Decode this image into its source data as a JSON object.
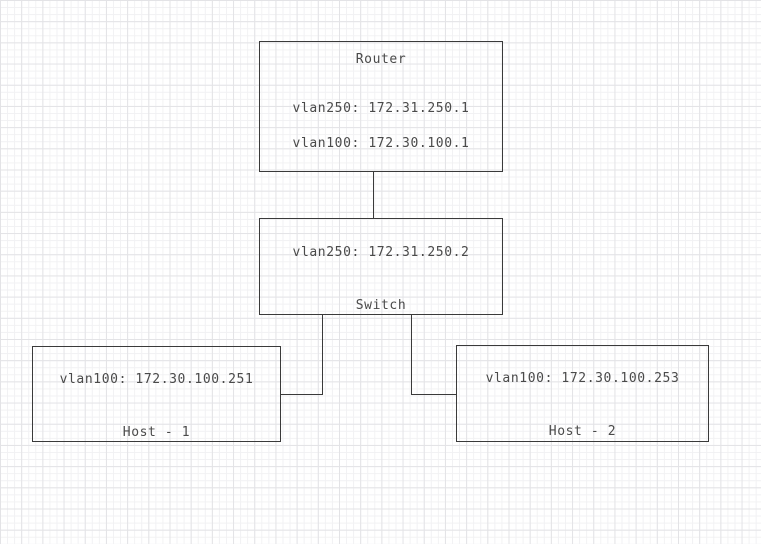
{
  "diagram": {
    "type": "network-topology",
    "background": "graph-paper",
    "grid_color": "#e3e3e6",
    "line_color": "#3a3a3a",
    "text_color": "#4a4a4a",
    "nodes": [
      {
        "id": "router",
        "title": "Router",
        "vlan250": "vlan250: 172.31.250.1",
        "vlan100": "vlan100: 172.30.100.1"
      },
      {
        "id": "switch",
        "title": "Switch",
        "vlan250": "vlan250: 172.31.250.2"
      },
      {
        "id": "host1",
        "title": "Host - 1",
        "vlan100": "vlan100: 172.30.100.251"
      },
      {
        "id": "host2",
        "title": "Host - 2",
        "vlan100": "vlan100: 172.30.100.253"
      }
    ],
    "links": [
      {
        "id": "router-switch",
        "from": "router",
        "to": "switch"
      },
      {
        "id": "switch-host1",
        "from": "switch",
        "to": "host1"
      },
      {
        "id": "switch-host2",
        "from": "switch",
        "to": "host2"
      }
    ]
  }
}
